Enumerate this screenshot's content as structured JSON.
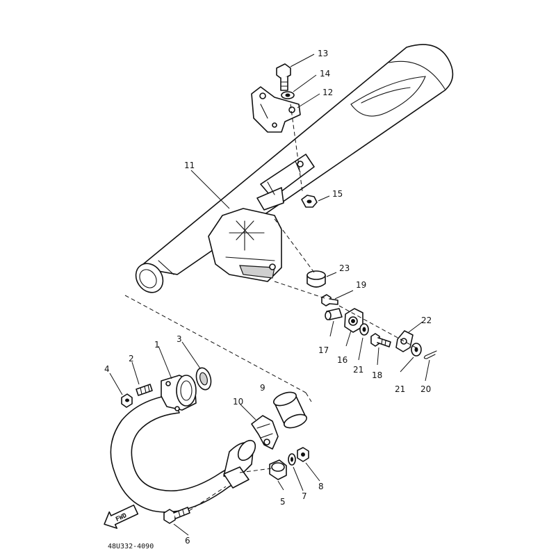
{
  "callouts": {
    "c1": "1",
    "c2": "2",
    "c3": "3",
    "c4": "4",
    "c5": "5",
    "c6": "6",
    "c7": "7",
    "c8": "8",
    "c9": "9",
    "c10": "10",
    "c11": "11",
    "c12": "12",
    "c13": "13",
    "c14": "14",
    "c15": "15",
    "c16": "16",
    "c17": "17",
    "c18": "18",
    "c19": "19",
    "c20": "20",
    "c21a": "21",
    "c21b": "21",
    "c22": "22",
    "c23": "23"
  },
  "fwd_label": "FWD",
  "diagram_code": "48U332-4090"
}
